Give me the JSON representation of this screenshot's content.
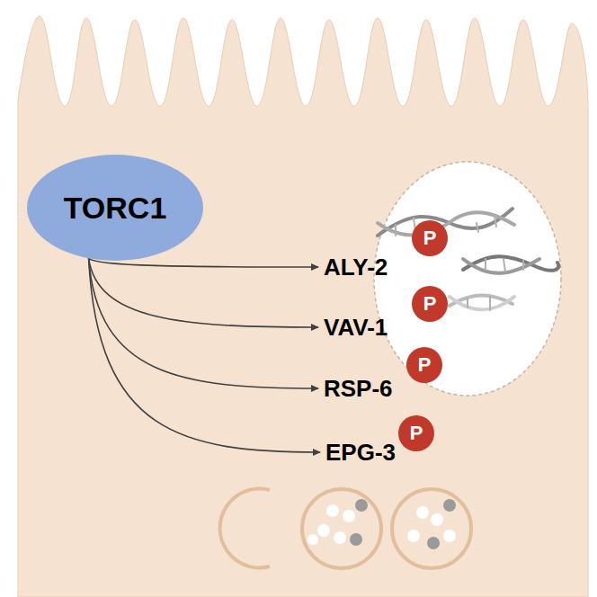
{
  "diagram": {
    "nodes": [
      {
        "text": [
          "TORC1"
        ]
      },
      {
        "text": [
          "P"
        ]
      },
      {
        "text": [
          "ALY-2"
        ]
      },
      {
        "text": [
          "P"
        ]
      },
      {
        "text": [
          "VAV-1"
        ]
      },
      {
        "text": [
          "P"
        ]
      },
      {
        "text": [
          "RSP-6"
        ]
      },
      {
        "text": [
          "P"
        ]
      },
      {
        "text": [
          "EPG-3"
        ]
      }
    ],
    "edges": [
      {
        "from": 0,
        "to": 2,
        "arrow": "to"
      },
      {
        "from": 0,
        "to": 4,
        "arrow": "to"
      },
      {
        "from": 0,
        "to": 6,
        "arrow": "to"
      },
      {
        "from": 0,
        "to": 8,
        "arrow": "to"
      }
    ]
  }
}
